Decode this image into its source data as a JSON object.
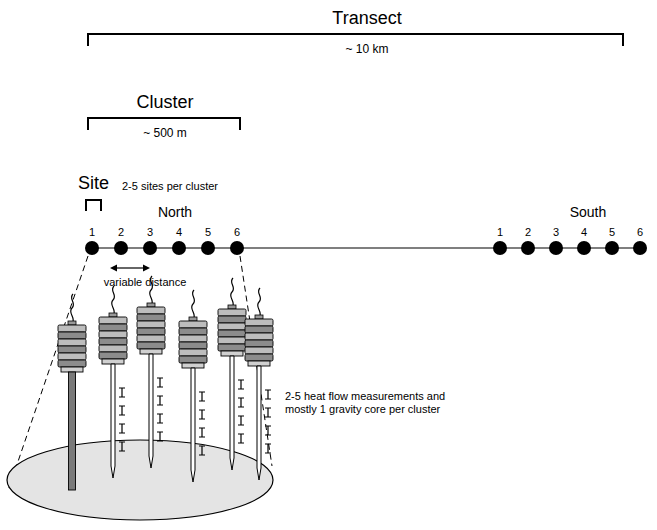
{
  "diagram": {
    "labels": [
      "Transect",
      "~ 10 km",
      "Cluster",
      "~ 500 m",
      "Site",
      "2-5 sites per cluster",
      "North",
      "1",
      "2",
      "3",
      "4",
      "5",
      "6",
      "variable distance",
      "South",
      "1",
      "2",
      "3",
      "4",
      "5",
      "6",
      "2-5 heat flow measurements and mostly 1 gravity core per cluster"
    ]
  }
}
